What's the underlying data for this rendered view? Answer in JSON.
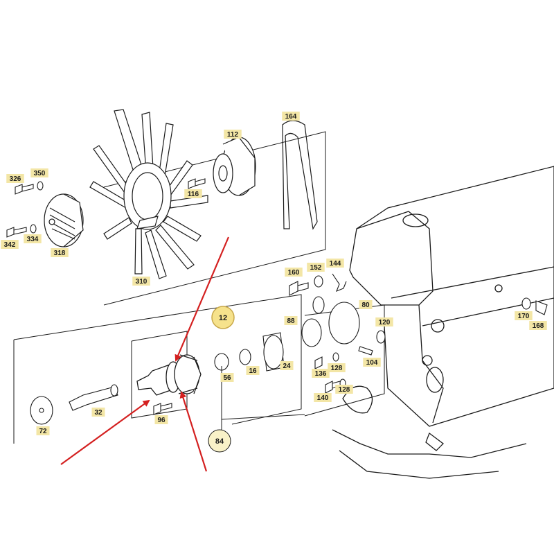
{
  "part_labels": [
    {
      "id": "p326",
      "text": "326"
    },
    {
      "id": "p350",
      "text": "350"
    },
    {
      "id": "p342",
      "text": "342"
    },
    {
      "id": "p334",
      "text": "334"
    },
    {
      "id": "p318",
      "text": "318"
    },
    {
      "id": "p116",
      "text": "116"
    },
    {
      "id": "p112",
      "text": "112"
    },
    {
      "id": "p164",
      "text": "164"
    },
    {
      "id": "p310",
      "text": "310"
    },
    {
      "id": "p160",
      "text": "160"
    },
    {
      "id": "p152",
      "text": "152"
    },
    {
      "id": "p144",
      "text": "144"
    },
    {
      "id": "p80",
      "text": "80"
    },
    {
      "id": "p88",
      "text": "88"
    },
    {
      "id": "p120",
      "text": "120"
    },
    {
      "id": "p170",
      "text": "170"
    },
    {
      "id": "p168",
      "text": "168"
    },
    {
      "id": "p56",
      "text": "56"
    },
    {
      "id": "p16",
      "text": "16"
    },
    {
      "id": "p24",
      "text": "24"
    },
    {
      "id": "p128a",
      "text": "128"
    },
    {
      "id": "p104",
      "text": "104"
    },
    {
      "id": "p136",
      "text": "136"
    },
    {
      "id": "p128b",
      "text": "128"
    },
    {
      "id": "p140",
      "text": "140"
    },
    {
      "id": "p32",
      "text": "32"
    },
    {
      "id": "p72",
      "text": "72"
    },
    {
      "id": "p96",
      "text": "96"
    }
  ],
  "callouts": {
    "highlighted": "12",
    "group": "84"
  },
  "colors": {
    "line": "#1a1a1a",
    "label_box": "#f3e6a6",
    "callout_fill": "#f6e28c",
    "callout_stroke": "#c9a94a",
    "arrow": "#d42020"
  }
}
